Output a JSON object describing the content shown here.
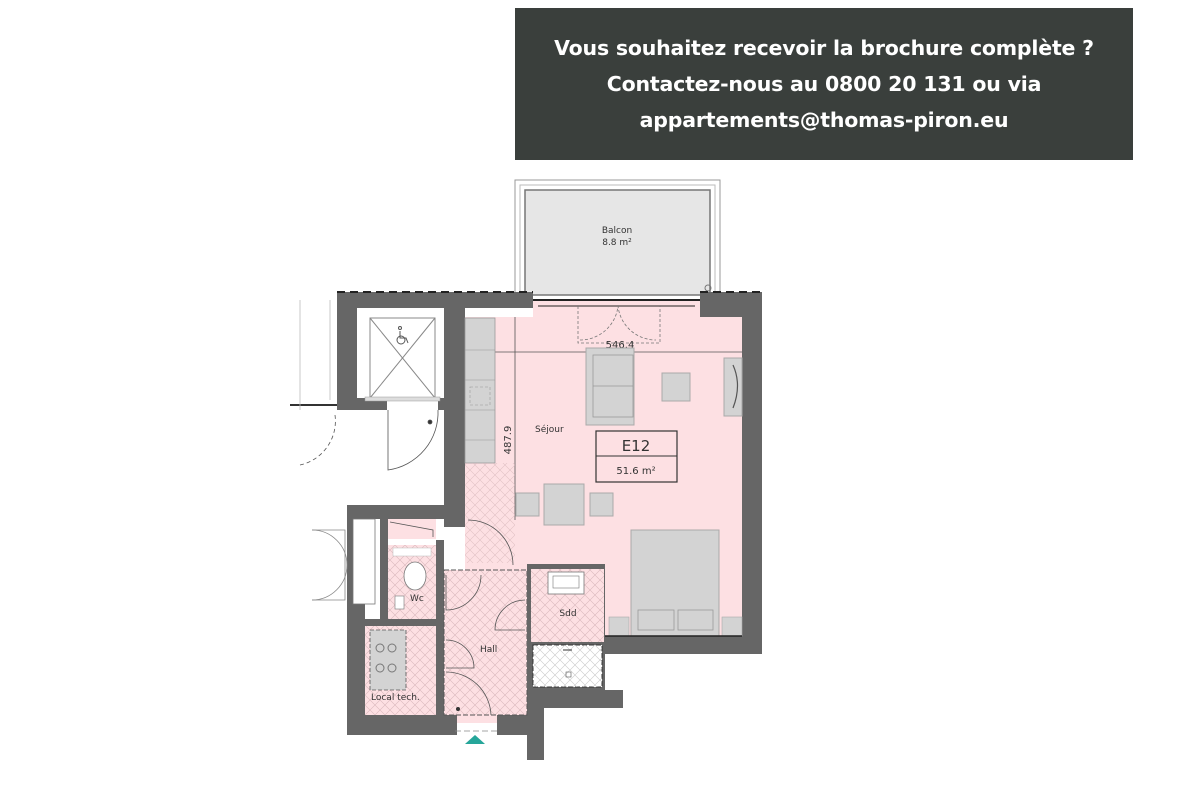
{
  "banner": {
    "line1": "Vous souhaitez recevoir la brochure complète ?",
    "line2": "Contactez-nous au 0800 20 131 ou via",
    "line3": "appartements@thomas-piron.eu",
    "background": "#3a3f3c",
    "text_color": "#ffffff"
  },
  "plan": {
    "unit_id": "E12",
    "unit_area": "51.6 m²",
    "colors": {
      "wall": "#666666",
      "room_fill": "#fde0e3",
      "furniture": "#d3d3d3",
      "balcony": "#e6e6e6",
      "entrance_marker": "#26a69a"
    },
    "rooms": {
      "balcony_name": "Balcon",
      "balcony_area": "8.8 m²",
      "living": "Séjour",
      "wc": "Wc",
      "hall": "Hall",
      "bathroom": "Sdd",
      "technical": "Local tech."
    },
    "dimensions": {
      "width": "546.4",
      "depth": "487.9"
    }
  }
}
